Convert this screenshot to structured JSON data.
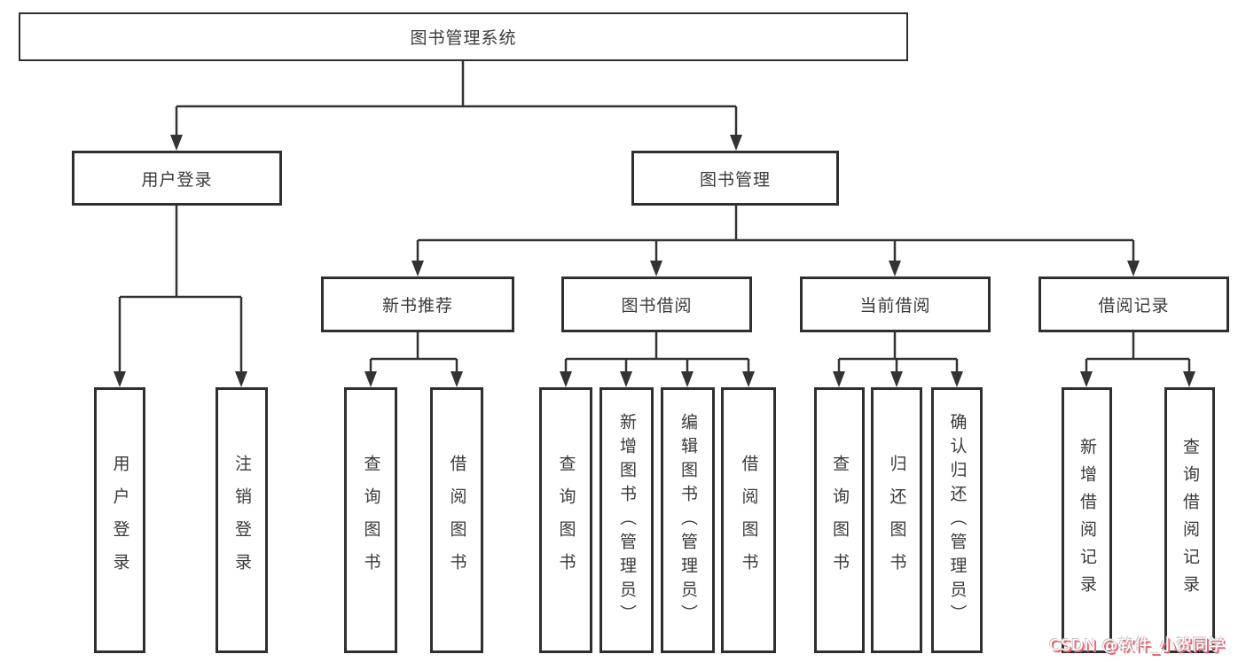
{
  "diagram": {
    "title": "图书管理系统",
    "root": {
      "label": "图书管理系统"
    },
    "level2": [
      {
        "label": "用户登录"
      },
      {
        "label": "图书管理"
      }
    ],
    "level3": [
      {
        "label": "新书推荐"
      },
      {
        "label": "图书借阅"
      },
      {
        "label": "当前借阅"
      },
      {
        "label": "借阅记录"
      }
    ],
    "leaves": [
      {
        "label": "用户登录",
        "parent": "用户登录"
      },
      {
        "label": "注销登录",
        "parent": "用户登录"
      },
      {
        "label": "查询图书",
        "parent": "新书推荐"
      },
      {
        "label": "借阅图书",
        "parent": "新书推荐"
      },
      {
        "label": "查询图书",
        "parent": "图书借阅"
      },
      {
        "label": "新增图书（管理员）",
        "parent": "图书借阅"
      },
      {
        "label": "编辑图书（管理员）",
        "parent": "图书借阅"
      },
      {
        "label": "借阅图书",
        "parent": "图书借阅"
      },
      {
        "label": "查询图书",
        "parent": "当前借阅"
      },
      {
        "label": "归还图书",
        "parent": "当前借阅"
      },
      {
        "label": "确认归还（管理员）",
        "parent": "当前借阅"
      },
      {
        "label": "新增借阅记录",
        "parent": "借阅记录"
      },
      {
        "label": "查询借阅记录",
        "parent": "借阅记录"
      }
    ],
    "watermark": "CSDN @软件_小贺同学",
    "colors": {
      "line": "#333333",
      "box_border": "#2f2f2f",
      "text": "#3a3a3a",
      "background": "#ffffff",
      "watermark_text": "#ffffff",
      "watermark_shadow": "#e06a78"
    }
  }
}
